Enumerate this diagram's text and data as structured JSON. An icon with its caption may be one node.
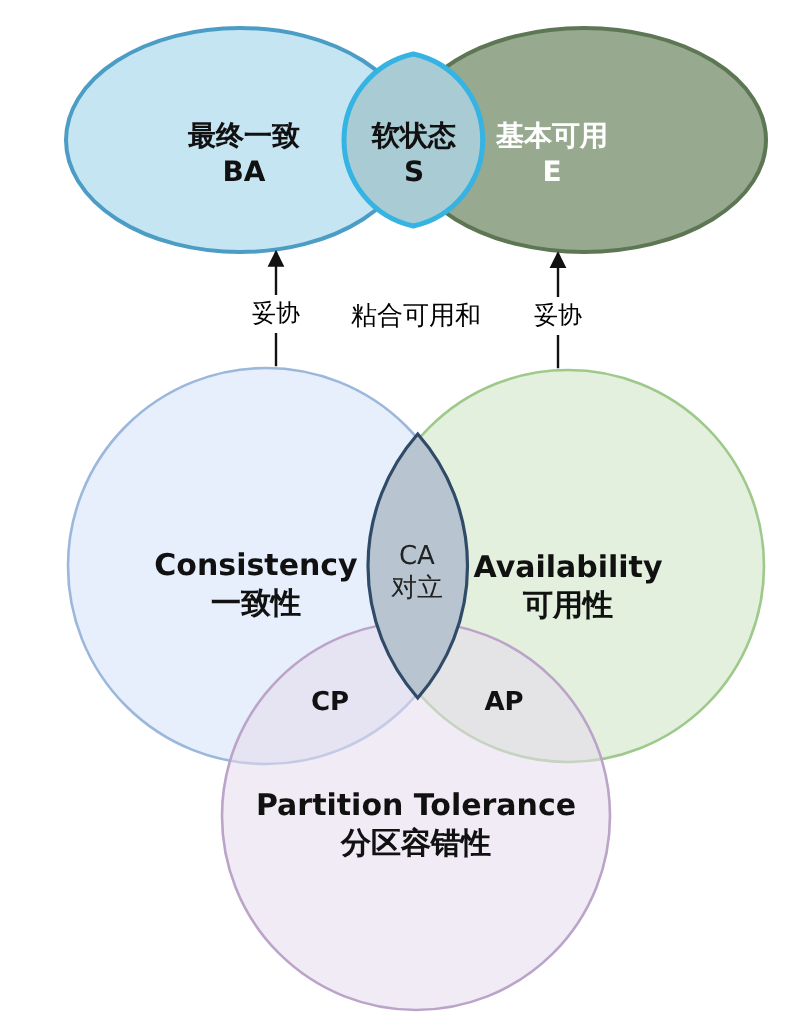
{
  "diagram": {
    "nodes": [
      {
        "text": [
          "最终一致",
          "BA"
        ]
      },
      {
        "text": [
          "软状态",
          "S"
        ]
      },
      {
        "text": [
          "基本可用",
          "E"
        ]
      },
      {
        "text": [
          "Consistency",
          "一致性"
        ]
      },
      {
        "text": [
          "Availability",
          "可用性"
        ]
      },
      {
        "text": [
          "CA",
          "对立"
        ]
      },
      {
        "text": [
          "CP"
        ]
      },
      {
        "text": [
          "AP"
        ]
      },
      {
        "text": [
          "Partition Tolerance",
          "分区容错性"
        ]
      }
    ],
    "edges": [
      {
        "from": 3,
        "to": 0,
        "arrow": "to",
        "label": "妥协"
      },
      {
        "from": 4,
        "to": 2,
        "arrow": "to",
        "label": "妥协"
      }
    ],
    "labels": [
      "粘合可用和"
    ]
  }
}
